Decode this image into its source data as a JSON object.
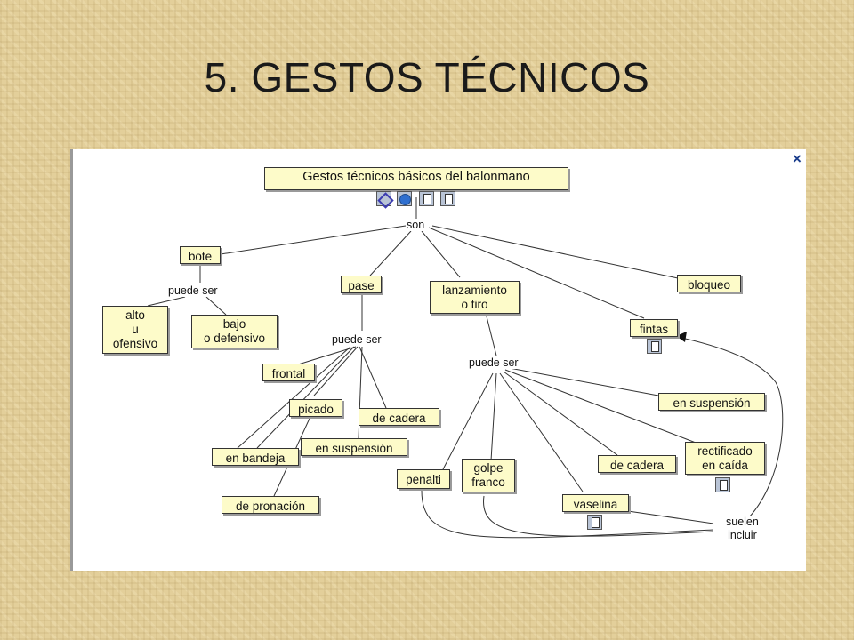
{
  "slide": {
    "title": "5. GESTOS TÉCNICOS"
  },
  "map": {
    "close_symbol": "×",
    "root": "Gestos técnicos básicos del balonmano",
    "root_icons": [
      "concept-map-icon",
      "globe-icon",
      "document-icon",
      "document-icon"
    ],
    "link_son": "son",
    "bote": {
      "label": "bote",
      "link": "puede ser",
      "alto": [
        "alto",
        "u",
        "ofensivo"
      ],
      "bajo": [
        "bajo",
        "o defensivo"
      ]
    },
    "pase": {
      "label": "pase",
      "link": "puede ser",
      "frontal": "frontal",
      "picado": "picado",
      "de_cadera": "de cadera",
      "en_bandeja": "en bandeja",
      "en_suspension": "en suspensión",
      "de_pronacion": "de pronación"
    },
    "lanzamiento": {
      "label": [
        "lanzamiento",
        "o tiro"
      ],
      "link": "puede ser",
      "en_suspension": "en suspensión",
      "rectificado": [
        "rectificado",
        "en caída"
      ],
      "de_cadera": "de cadera",
      "penalti": "penalti",
      "golpe_franco": [
        "golpe",
        "franco"
      ],
      "vaselina": "vaselina"
    },
    "fintas": "fintas",
    "bloqueo": "bloqueo",
    "suelen_incluir": [
      "suelen",
      "incluir"
    ],
    "colors": {
      "concept_fill": "#fdfbc9",
      "panel": "#ffffff",
      "background": "#e3cf9a"
    }
  }
}
